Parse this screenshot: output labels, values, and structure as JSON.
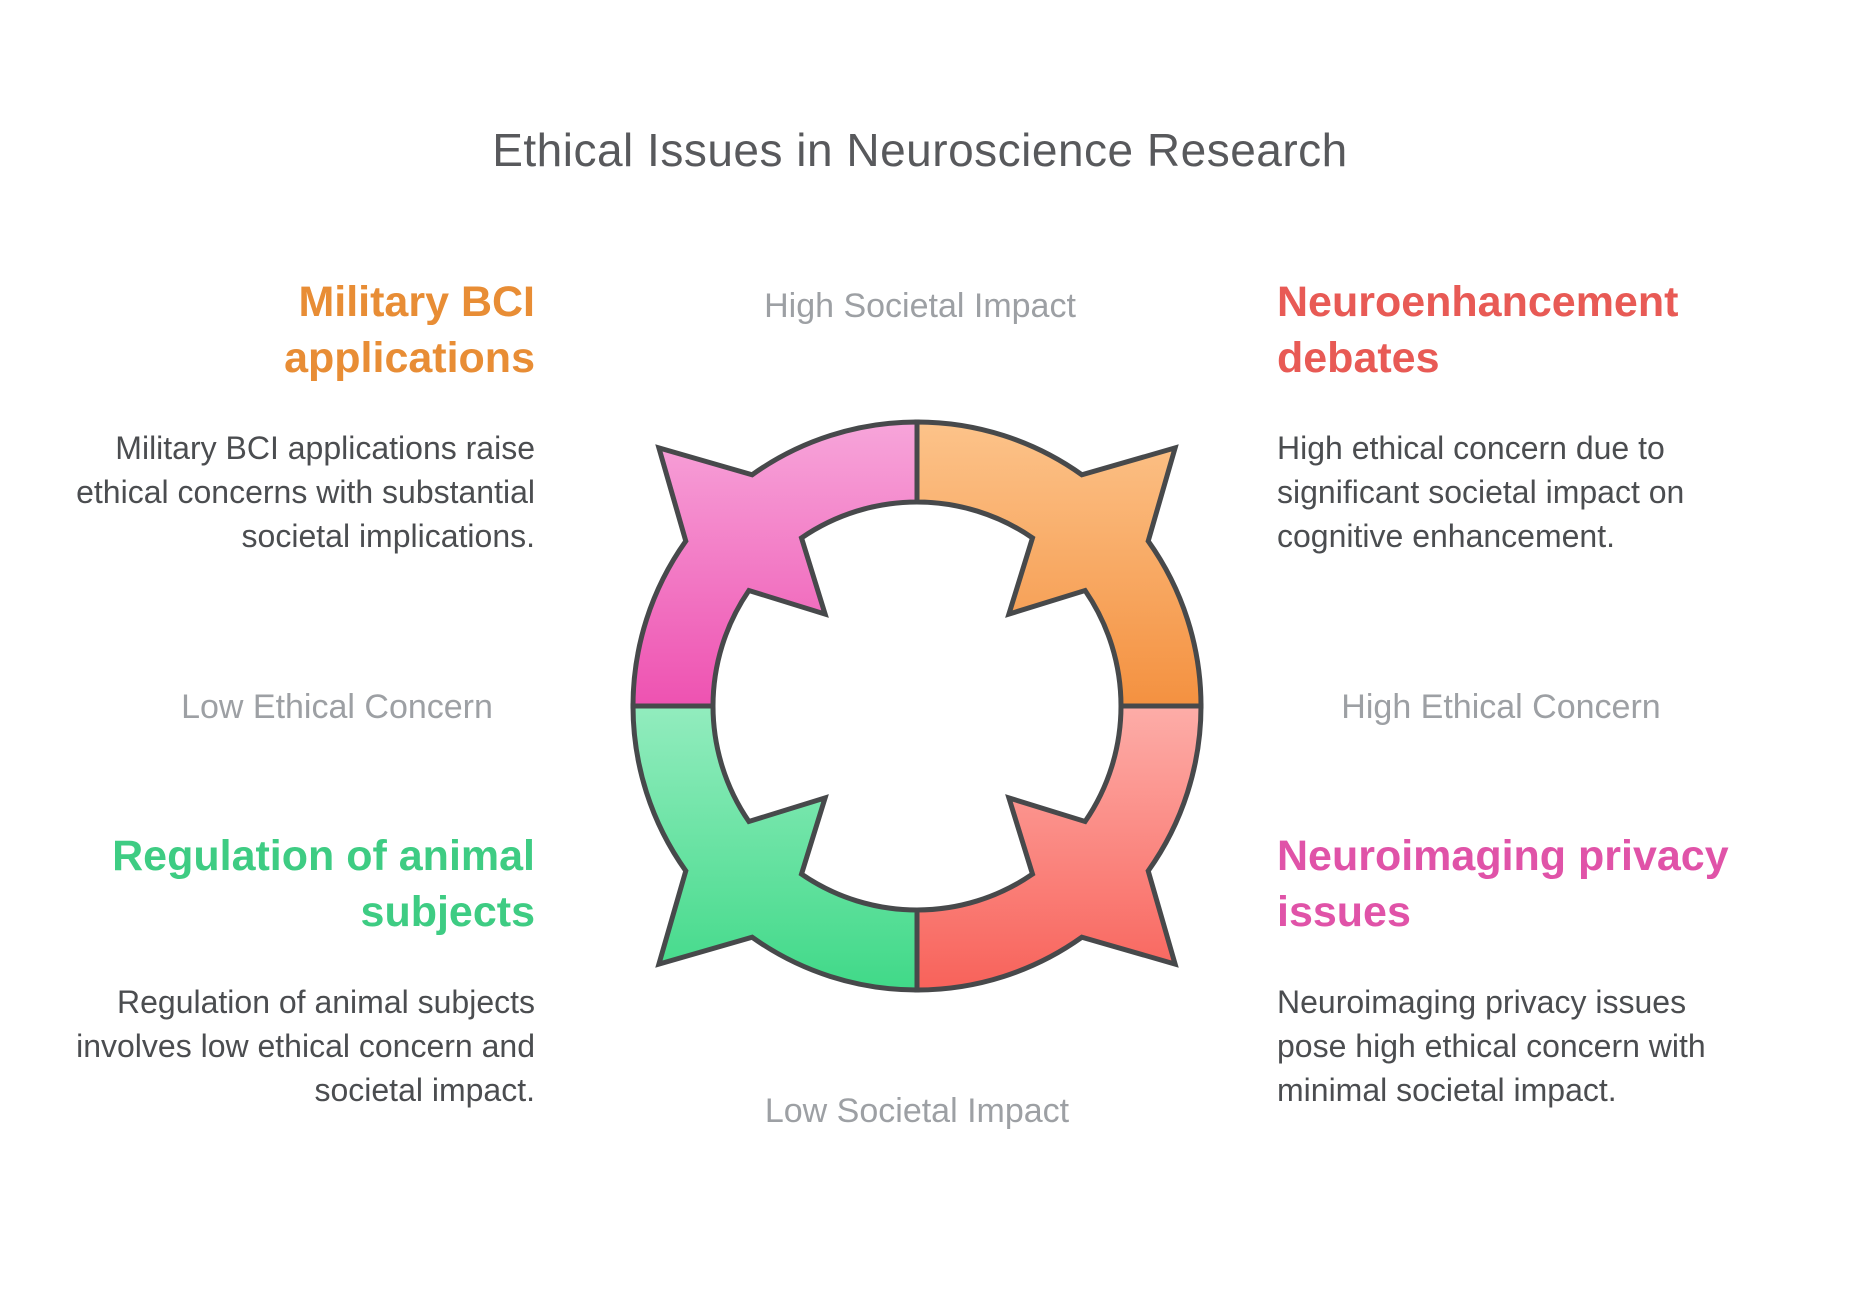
{
  "title": {
    "text": "Ethical Issues in Neuroscience Research",
    "color": "#58595c"
  },
  "axis_labels": {
    "top": "High Societal Impact",
    "left": "Low Ethical Concern",
    "right": "High Ethical Concern",
    "bottom": "Low Societal Impact",
    "color": "#9da0a4"
  },
  "body_text_color": "#4b4d50",
  "cards": {
    "top_left": {
      "heading": "Military BCI applications",
      "heading_color": "#e88d35",
      "description": "Military BCI applications raise ethical concerns with substantial societal implications."
    },
    "top_right": {
      "heading": "Neuroenhancement debates",
      "heading_color": "#e85a55",
      "description": "High ethical concern due to significant societal impact on cognitive enhancement."
    },
    "bottom_left": {
      "heading": "Regulation of animal subjects",
      "heading_color": "#3ecc83",
      "description": "Regulation of animal subjects involves low ethical concern and societal impact."
    },
    "bottom_right": {
      "heading": "Neuroimaging privacy issues",
      "heading_color": "#e053a8",
      "description": "Neuroimaging privacy issues pose high ethical concern with minimal societal impact."
    }
  },
  "wheel": {
    "stroke": "#47494b",
    "segments": [
      {
        "name": "orange",
        "quadrant": "top-right",
        "light": "#fcc38a",
        "dark": "#f49140"
      },
      {
        "name": "salmon",
        "quadrant": "bottom-right",
        "light": "#fdada8",
        "dark": "#f8625a"
      },
      {
        "name": "green",
        "quadrant": "bottom-left",
        "light": "#92ecbe",
        "dark": "#40d988"
      },
      {
        "name": "pink",
        "quadrant": "top-left",
        "light": "#f7a5da",
        "dark": "#ee52b1"
      }
    ]
  }
}
